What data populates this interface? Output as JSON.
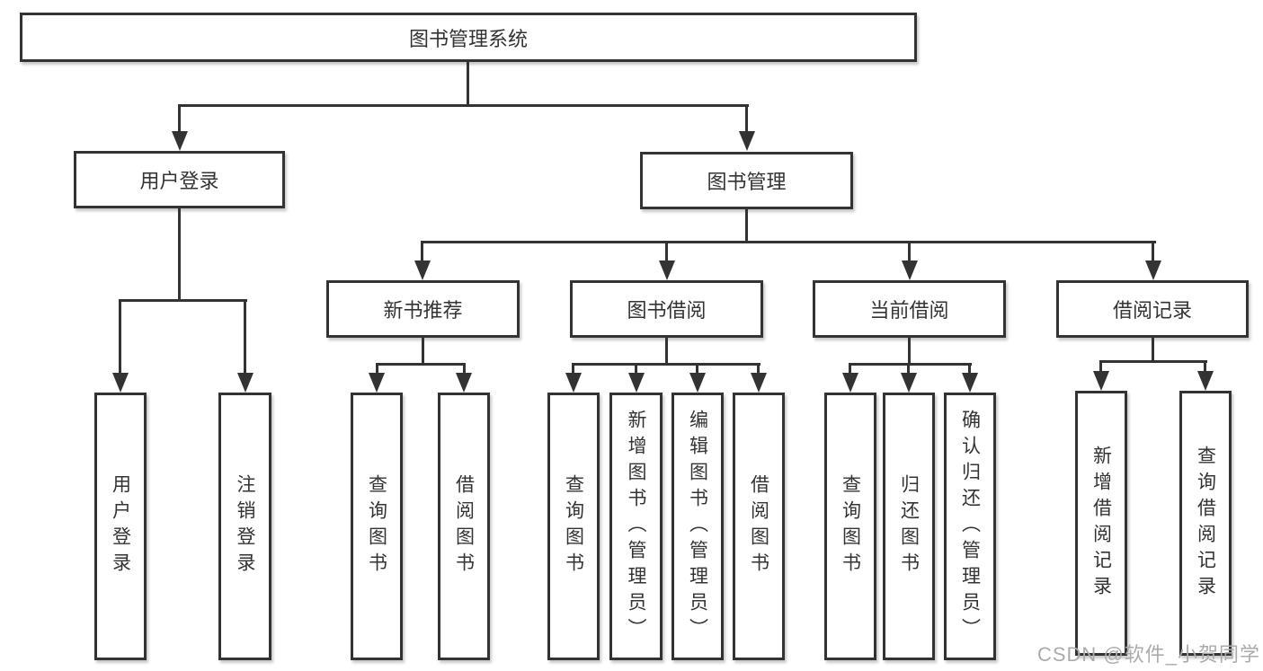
{
  "diagram": {
    "root": {
      "label": "图书管理系统"
    },
    "branches": [
      {
        "label": "用户登录",
        "children": [
          {
            "label": "用户登录"
          },
          {
            "label": "注销登录"
          }
        ]
      },
      {
        "label": "图书管理",
        "children": [
          {
            "label": "新书推荐",
            "children": [
              {
                "label": "查询图书"
              },
              {
                "label": "借阅图书"
              }
            ]
          },
          {
            "label": "图书借阅",
            "children": [
              {
                "label": "查询图书"
              },
              {
                "label": "新增图书（管理员）"
              },
              {
                "label": "编辑图书（管理员）"
              },
              {
                "label": "借阅图书"
              }
            ]
          },
          {
            "label": "当前借阅",
            "children": [
              {
                "label": "查询图书"
              },
              {
                "label": "归还图书"
              },
              {
                "label": "确认归还（管理员）"
              }
            ]
          },
          {
            "label": "借阅记录",
            "children": [
              {
                "label": "新增借阅记录"
              },
              {
                "label": "查询借阅记录"
              }
            ]
          }
        ]
      }
    ]
  },
  "watermark": {
    "text": "CSDN @软件_小贺同学"
  },
  "colors": {
    "line": "#333333",
    "text": "#333333",
    "watermark": "#ababab",
    "background": "#ffffff"
  }
}
